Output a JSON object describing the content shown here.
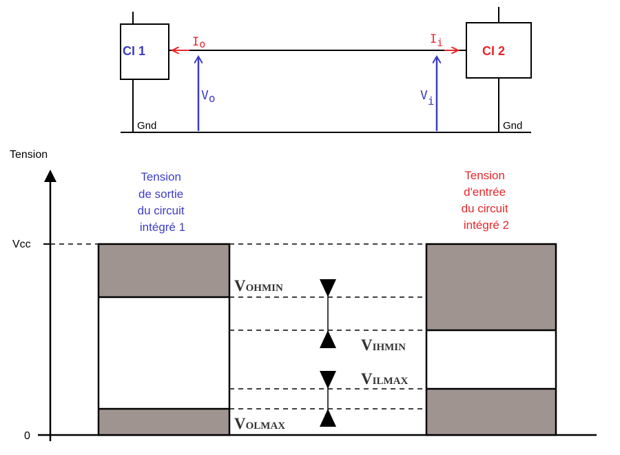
{
  "colors": {
    "line": "#000000",
    "blue": "#3b3bc4",
    "red": "#e8262b",
    "zone_fill": "#a09490",
    "background": "#ffffff"
  },
  "circuit": {
    "ci1_label": "CI 1",
    "ci2_label": "CI 2",
    "io_label": "Io",
    "io_main": "I",
    "io_sub": "o",
    "ii_main": "I",
    "ii_sub": "i",
    "vo_main": "V",
    "vo_sub": "o",
    "vi_main": "V",
    "vi_sub": "i",
    "gnd_left": "Gnd",
    "gnd_right": "Gnd"
  },
  "levels": {
    "axis_title": "Tension",
    "vcc_label": "Vcc",
    "zero_label": "0",
    "output_caption": [
      "Tension",
      "de sortie",
      "du circuit",
      "intégré 1"
    ],
    "input_caption": [
      "Tension",
      "d'entrée",
      "du circuit",
      "intégré 2"
    ],
    "vohmin_main": "V",
    "vohmin_sub": "OHMIN",
    "vihmin_main": "V",
    "vihmin_sub": "IHMIN",
    "vilmax_main": "V",
    "vilmax_sub": "ILMAX",
    "volmax_main": "V",
    "volmax_sub": "OLMAX"
  }
}
